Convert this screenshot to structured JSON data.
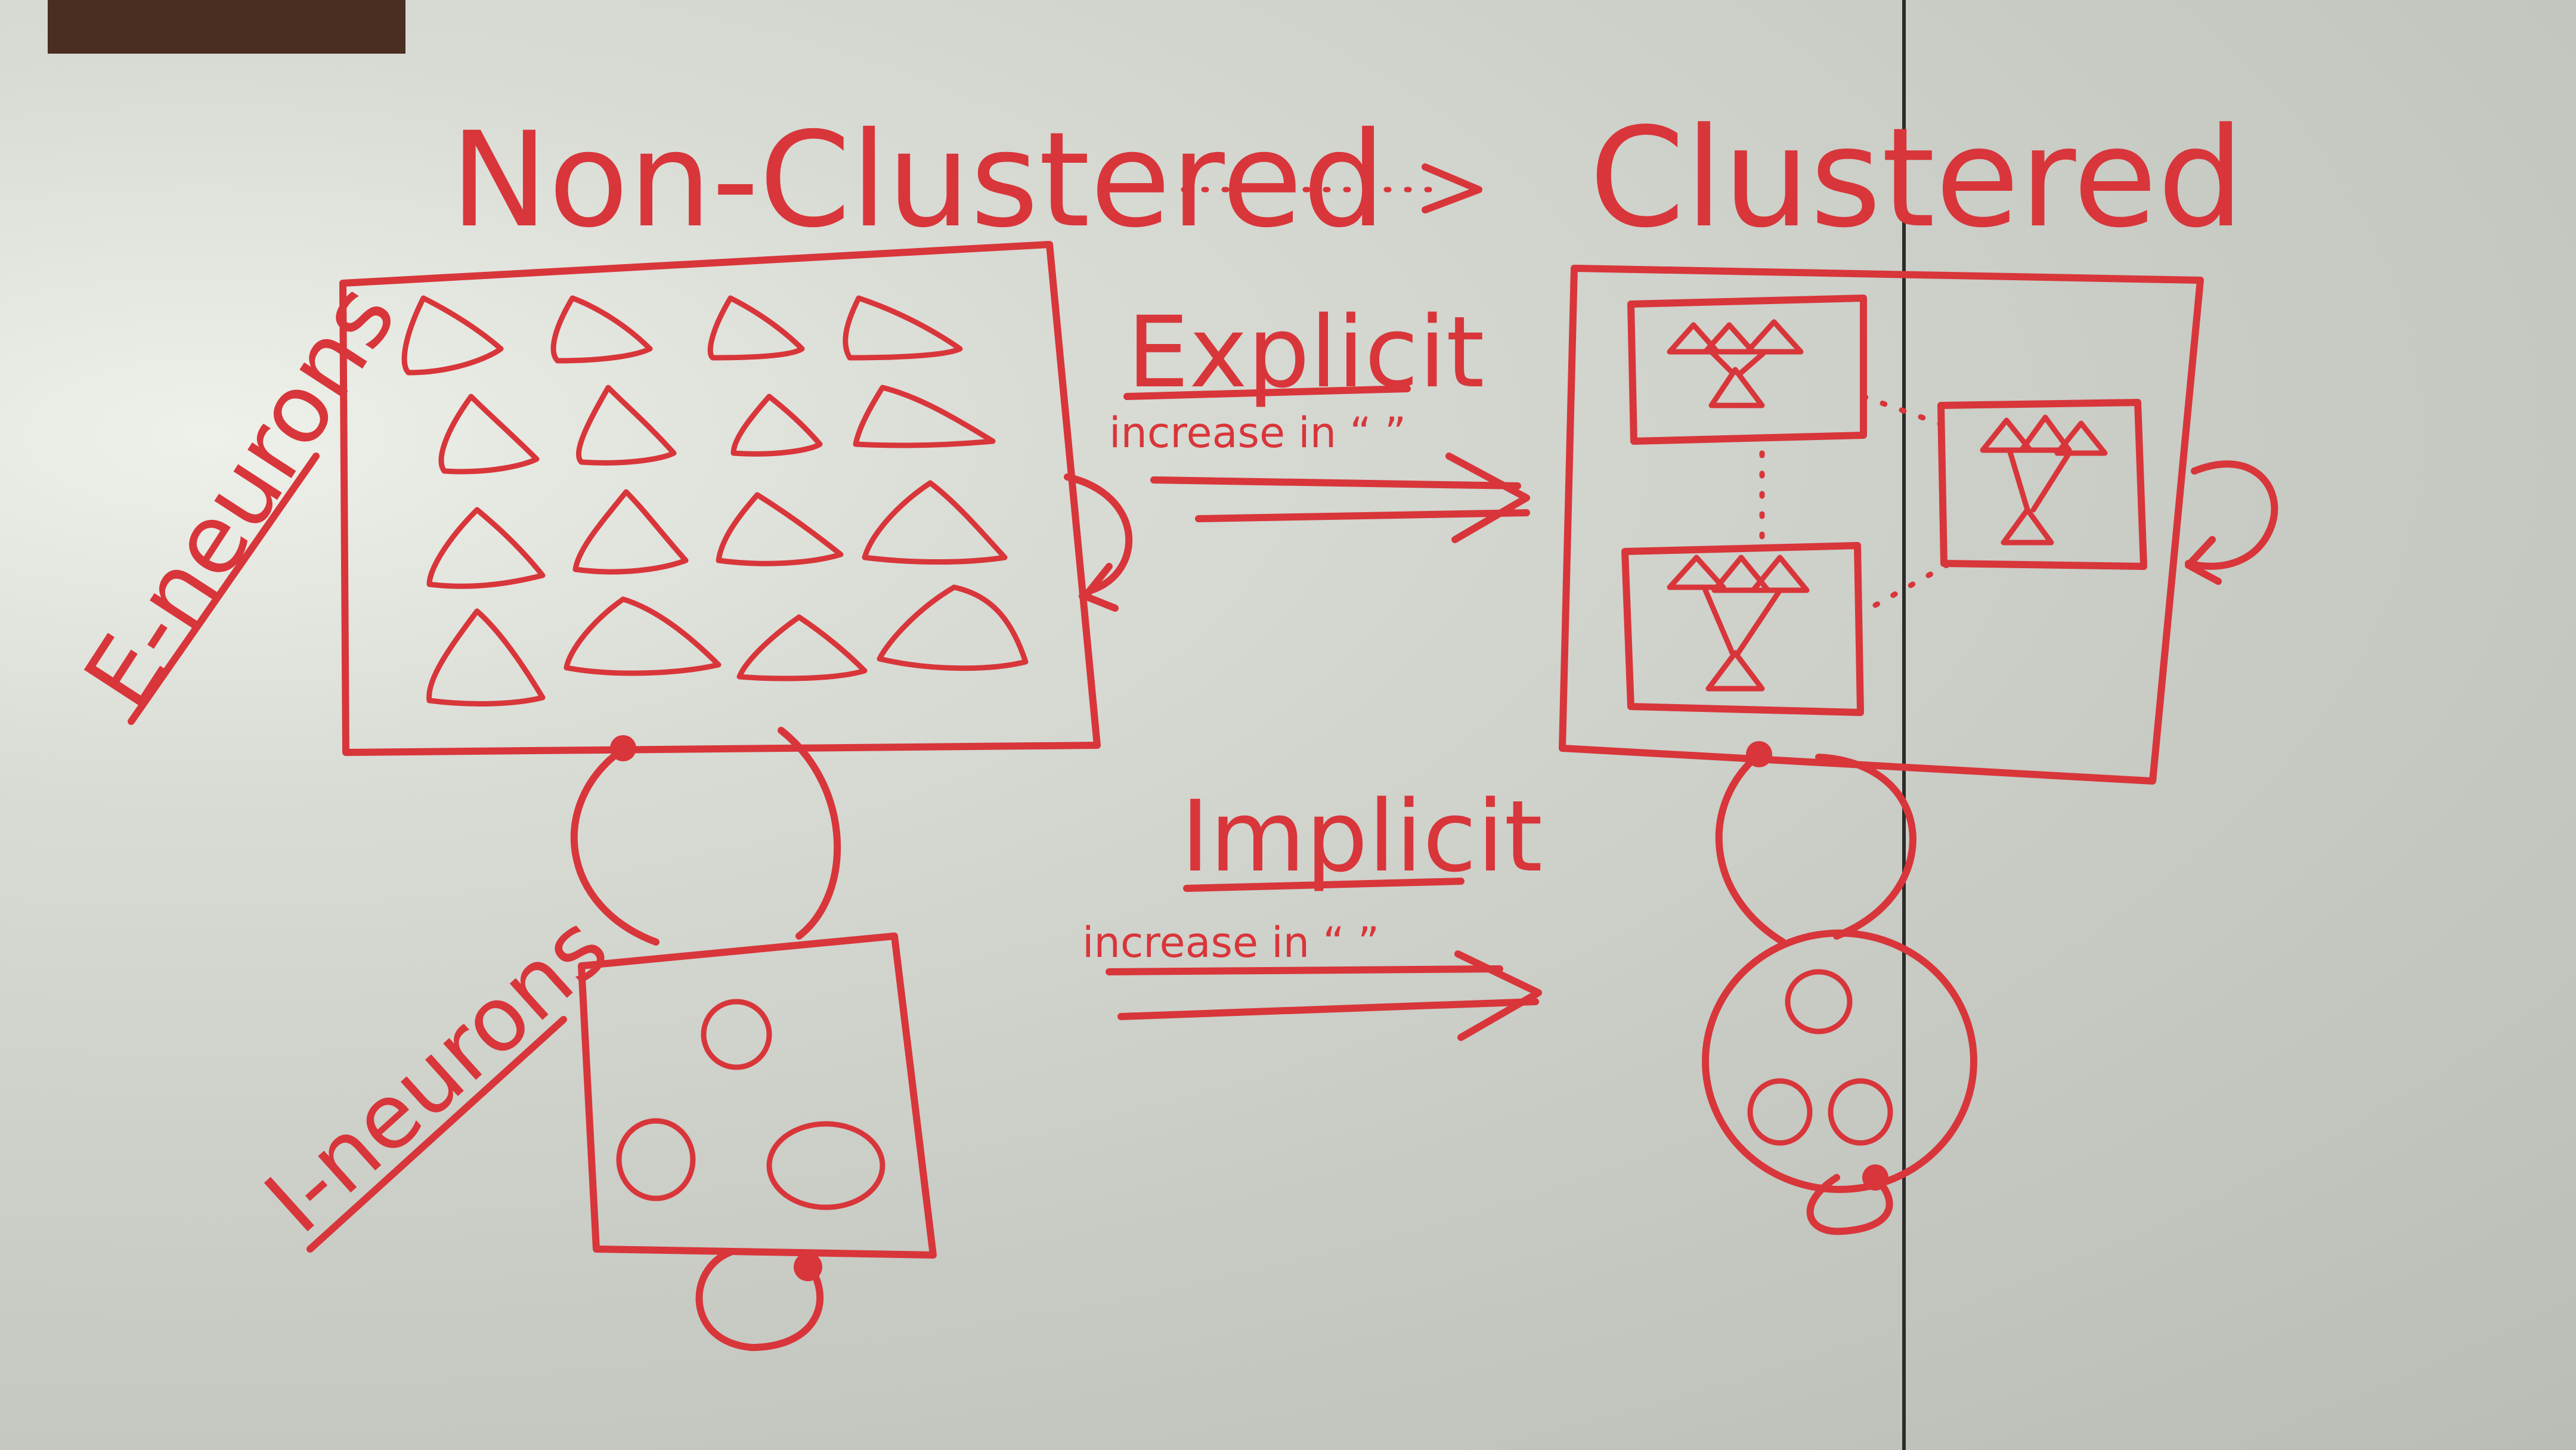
{
  "colors": {
    "ink": "#d8363a",
    "board": "#d5d7d1",
    "seam": "#2b2b2b",
    "frame": "#4b2e22"
  },
  "labels": {
    "non_clustered": "Non-Clustered",
    "clustered": "Clustered",
    "explicit": "Explicit",
    "explicit_sub": "increase in “ ”",
    "implicit": "Implicit",
    "implicit_sub": "increase in “ ”",
    "e_neurons": "E-neurons",
    "i_neurons": "I-neurons"
  }
}
